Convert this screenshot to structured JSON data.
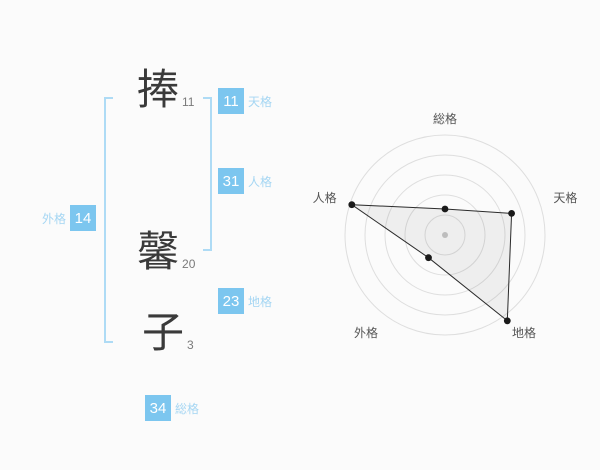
{
  "colors": {
    "background": "#fbfbfb",
    "badge_bg": "#7cc6ef",
    "badge_text": "#ffffff",
    "label_text": "#a5d6f3",
    "bracket": "#aedbf5",
    "kanji_text": "#3a3a3a",
    "stroke_text": "#7a7a7a",
    "chart_ring": "#dedede",
    "chart_line": "#2b2b2b",
    "chart_label": "#555555",
    "chart_center_dot": "#bdbdbd"
  },
  "name_display": {
    "characters": [
      {
        "char": "捧",
        "strokes": "11"
      },
      {
        "char": "馨",
        "strokes": "20"
      },
      {
        "char": "子",
        "strokes": "3"
      }
    ]
  },
  "badges": {
    "tenkaku": {
      "value": "11",
      "label": "天格"
    },
    "jinkaku": {
      "value": "31",
      "label": "人格"
    },
    "chikaku": {
      "value": "23",
      "label": "地格"
    },
    "gaikaku": {
      "value": "14",
      "label": "外格"
    },
    "soukaku": {
      "value": "34",
      "label": "総格"
    }
  },
  "chart_data": {
    "type": "radar",
    "axes": [
      "総格",
      "天格",
      "地格",
      "外格",
      "人格"
    ],
    "values": [
      1.3,
      3.5,
      5.3,
      1.4,
      4.9
    ],
    "max": 5,
    "rings": 5,
    "start_angle_deg": -90,
    "clockwise": true,
    "grid": "circular",
    "legend": "none",
    "title": ""
  }
}
